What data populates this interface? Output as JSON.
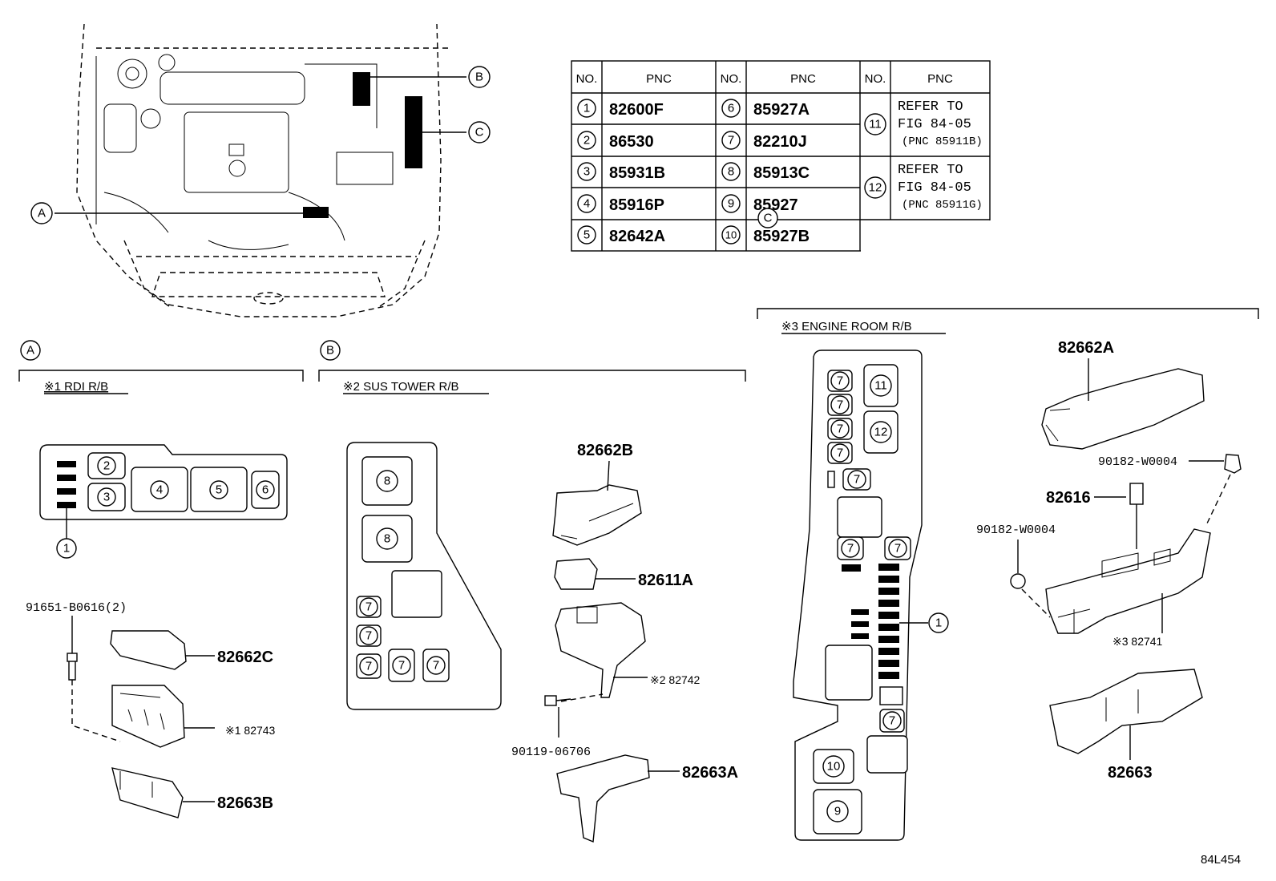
{
  "table": {
    "headers": [
      "NO.",
      "PNC",
      "NO.",
      "PNC",
      "NO.",
      "PNC"
    ],
    "col1": [
      {
        "no": "1",
        "pnc": "82600F"
      },
      {
        "no": "2",
        "pnc": "86530"
      },
      {
        "no": "3",
        "pnc": "85931B"
      },
      {
        "no": "4",
        "pnc": "85916P"
      },
      {
        "no": "5",
        "pnc": "82642A"
      }
    ],
    "col2": [
      {
        "no": "6",
        "pnc": "85927A"
      },
      {
        "no": "7",
        "pnc": "82210J"
      },
      {
        "no": "8",
        "pnc": "85913C"
      },
      {
        "no": "9",
        "pnc": "85927"
      },
      {
        "no": "10",
        "pnc": "85927B"
      }
    ],
    "col3": [
      {
        "no": "11",
        "line1": "REFER TO",
        "line2": "FIG 84-05",
        "line3": "(PNC 85911B)"
      },
      {
        "no": "12",
        "line1": "REFER TO",
        "line2": "FIG 84-05",
        "line3": "(PNC 85911G)"
      }
    ]
  },
  "engine_callouts": {
    "a": "A",
    "b": "B",
    "c": "C"
  },
  "sections": {
    "a": {
      "letter": "A",
      "title": "※1 RDI R/B"
    },
    "b": {
      "letter": "B",
      "title": "※2 SUS TOWER R/B"
    },
    "c": {
      "letter": "C",
      "title": "※3 ENGINE ROOM R/B"
    }
  },
  "parts": {
    "p91651": "91651-B0616(2)",
    "p82662C": "82662C",
    "p82743": "※1 82743",
    "p82663B": "82663B",
    "p82662B": "82662B",
    "p82611A": "82611A",
    "p82742": "※2 82742",
    "p90119": "90119-06706",
    "p82663A": "82663A",
    "p82662A": "82662A",
    "p90182a": "90182-W0004",
    "p82616": "82616",
    "p90182b": "90182-W0004",
    "p82741": "※3 82741",
    "p82663": "82663"
  },
  "box_a": {
    "n1": "1",
    "n2": "2",
    "n3": "3",
    "n4": "4",
    "n5": "5",
    "n6": "6"
  },
  "box_b": {
    "n8": "8",
    "n7": "7"
  },
  "box_c": {
    "n7": "7",
    "n11": "11",
    "n12": "12",
    "n1": "1",
    "n10": "10",
    "n9": "9"
  },
  "figure_id": "84L454"
}
